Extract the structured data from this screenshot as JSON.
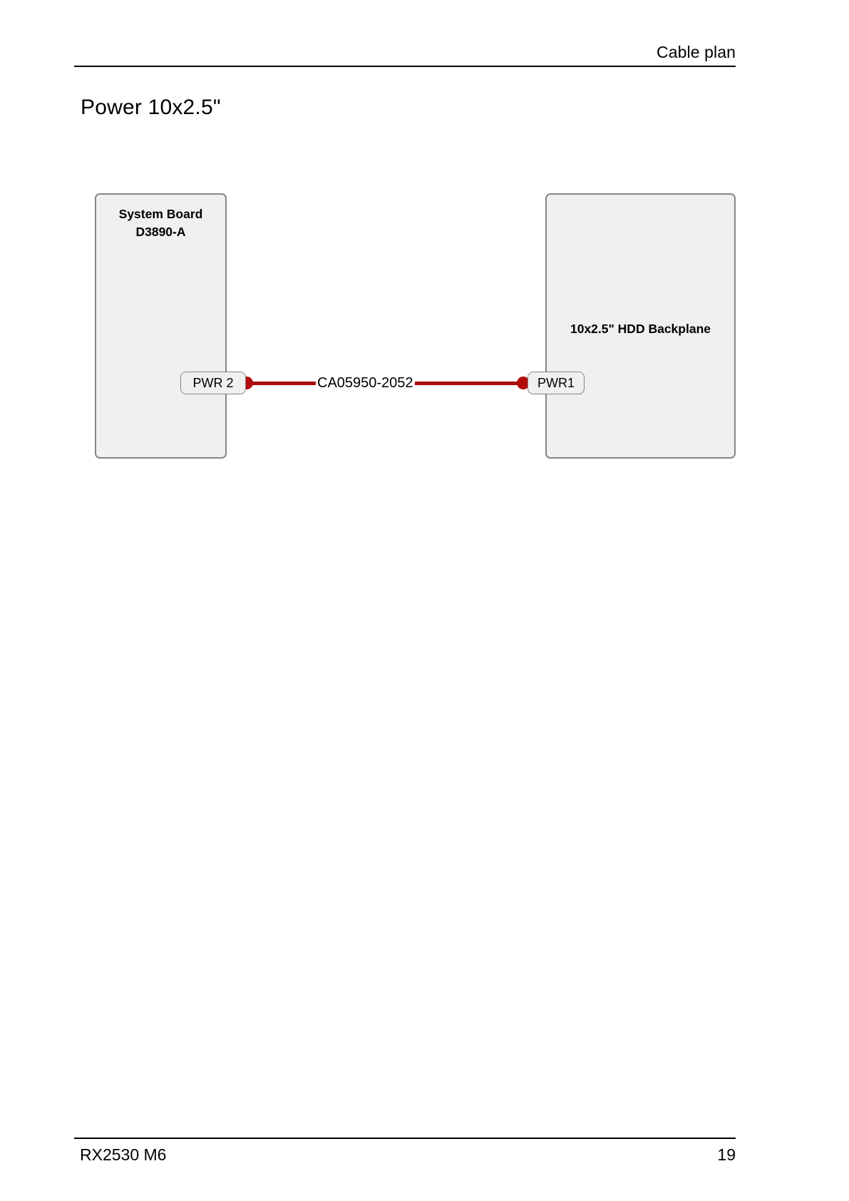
{
  "header": {
    "title": "Cable plan"
  },
  "section": {
    "heading": "Power 10x2.5\""
  },
  "diagram": {
    "components": [
      {
        "id": "system-board",
        "title_line1": "System Board",
        "title_line2": "D3890-A",
        "connectors": [
          {
            "id": "pwr2",
            "label": "PWR 2"
          }
        ]
      },
      {
        "id": "hdd-backplane",
        "title_line1": "10x2.5\" HDD Backplane",
        "connectors": [
          {
            "id": "pwr1",
            "label": "PWR1"
          }
        ]
      }
    ],
    "cable": {
      "label": "CA05950-2052",
      "color": "#a60b0b",
      "endpoint_color": "#b30a0a",
      "from": "PWR 2",
      "to": "PWR1"
    }
  },
  "footer": {
    "left": "RX2530 M6",
    "page_number": "19"
  }
}
